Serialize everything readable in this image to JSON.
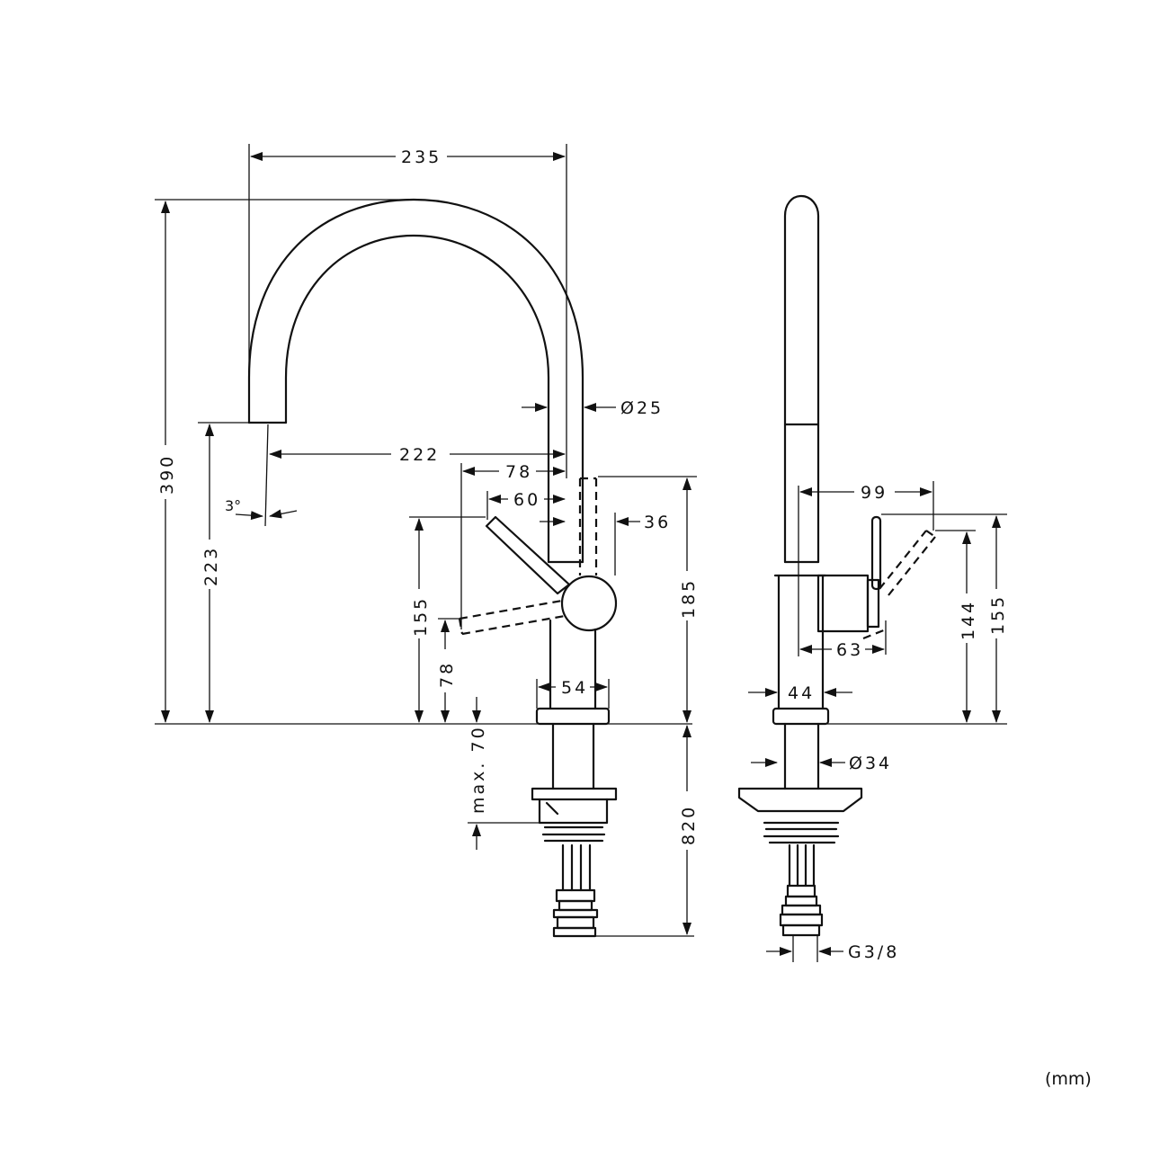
{
  "unit_label": "(mm)",
  "front_view": {
    "width_235": "235",
    "height_390": "390",
    "clearance_223": "223",
    "spout_angle": "3°",
    "reach_222": "222",
    "pipe_dia": "Ø25",
    "dim_78_top": "78",
    "dim_60": "60",
    "dim_36": "36",
    "dim_185": "185",
    "dim_155": "155",
    "dim_78_side": "78",
    "base_54": "54",
    "max_70": "max. 70",
    "hose_820": "820"
  },
  "side_view": {
    "dim_99": "99",
    "dim_63": "63",
    "dim_144": "144",
    "dim_155": "155",
    "dim_44": "44",
    "dia_34": "Ø34",
    "thread_g38": "G3/8"
  }
}
